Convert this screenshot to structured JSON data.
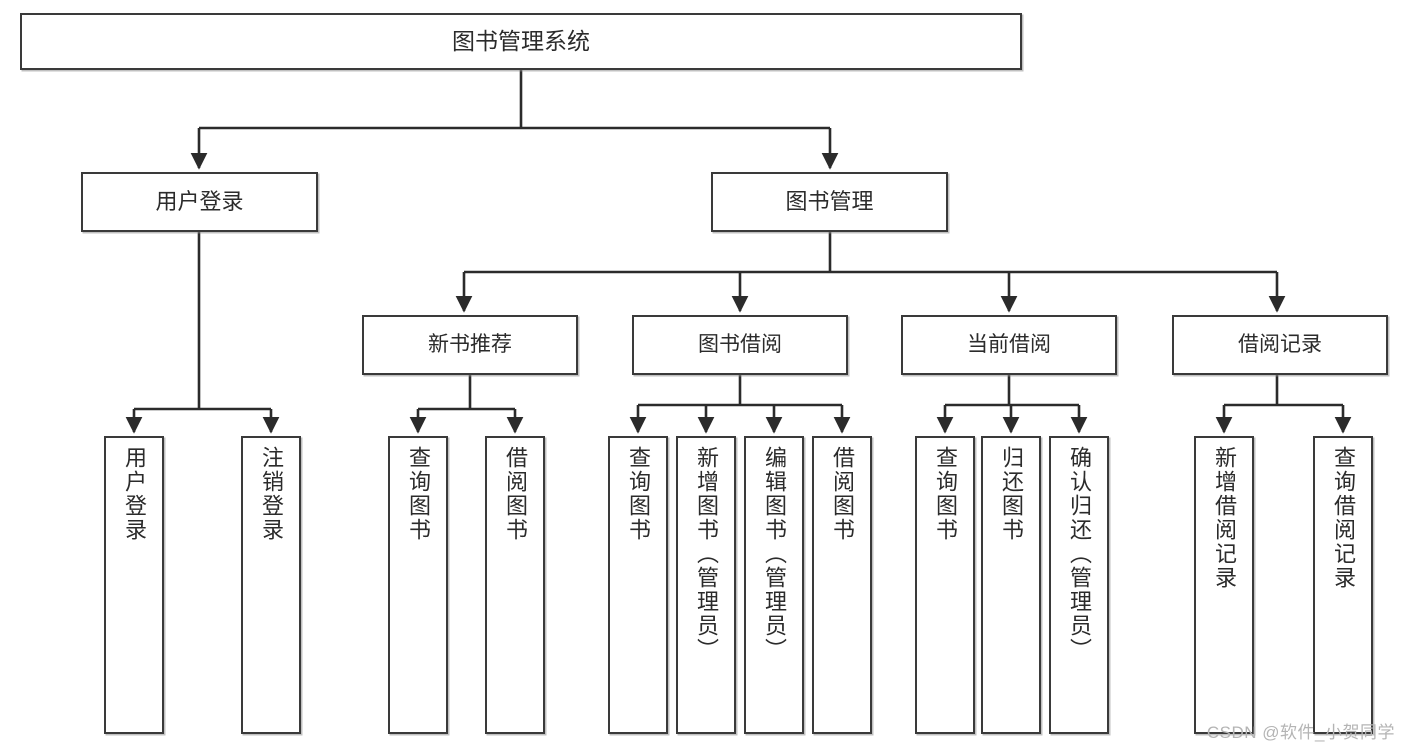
{
  "diagram": {
    "title": "图书管理系统",
    "type": "tree",
    "watermark": "CSDN @软件_小贺同学",
    "colors": {
      "background": "#ffffff",
      "box_border": "#3a3a3a",
      "box_fill": "#ffffff",
      "connector": "#2b2b2b",
      "text": "#2b2b2b",
      "watermark": "#b4b4b4"
    },
    "nodes": {
      "root": {
        "label": "图书管理系统",
        "level": 0
      },
      "l1": [
        {
          "id": "user_login",
          "label": "用户登录",
          "level": 1
        },
        {
          "id": "book_manage",
          "label": "图书管理",
          "level": 1
        }
      ],
      "l2": [
        {
          "id": "new_book_rec",
          "label": "新书推荐",
          "level": 2,
          "parent": "book_manage"
        },
        {
          "id": "book_borrow",
          "label": "图书借阅",
          "level": 2,
          "parent": "book_manage"
        },
        {
          "id": "current_borrow",
          "label": "当前借阅",
          "level": 2,
          "parent": "book_manage"
        },
        {
          "id": "borrow_record",
          "label": "借阅记录",
          "level": 2,
          "parent": "book_manage"
        }
      ],
      "leaves": [
        {
          "id": "leaf_user_login",
          "label": "用户登录",
          "parent": "user_login"
        },
        {
          "id": "leaf_user_logout",
          "label": "注销登录",
          "parent": "user_login"
        },
        {
          "id": "leaf_rec_query",
          "label": "查询图书",
          "parent": "new_book_rec"
        },
        {
          "id": "leaf_rec_borrow",
          "label": "借阅图书",
          "parent": "new_book_rec"
        },
        {
          "id": "leaf_borrow_query",
          "label": "查询图书",
          "parent": "book_borrow"
        },
        {
          "id": "leaf_borrow_add",
          "label": "新增图书（管理员）",
          "parent": "book_borrow"
        },
        {
          "id": "leaf_borrow_edit",
          "label": "编辑图书（管理员）",
          "parent": "book_borrow"
        },
        {
          "id": "leaf_borrow_lend",
          "label": "借阅图书",
          "parent": "book_borrow"
        },
        {
          "id": "leaf_cur_query",
          "label": "查询图书",
          "parent": "current_borrow"
        },
        {
          "id": "leaf_cur_return",
          "label": "归还图书",
          "parent": "current_borrow"
        },
        {
          "id": "leaf_cur_confirm",
          "label": "确认归还（管理员）",
          "parent": "current_borrow"
        },
        {
          "id": "leaf_rec_add",
          "label": "新增借阅记录",
          "parent": "borrow_record"
        },
        {
          "id": "leaf_rec_search",
          "label": "查询借阅记录",
          "parent": "borrow_record"
        }
      ]
    }
  }
}
